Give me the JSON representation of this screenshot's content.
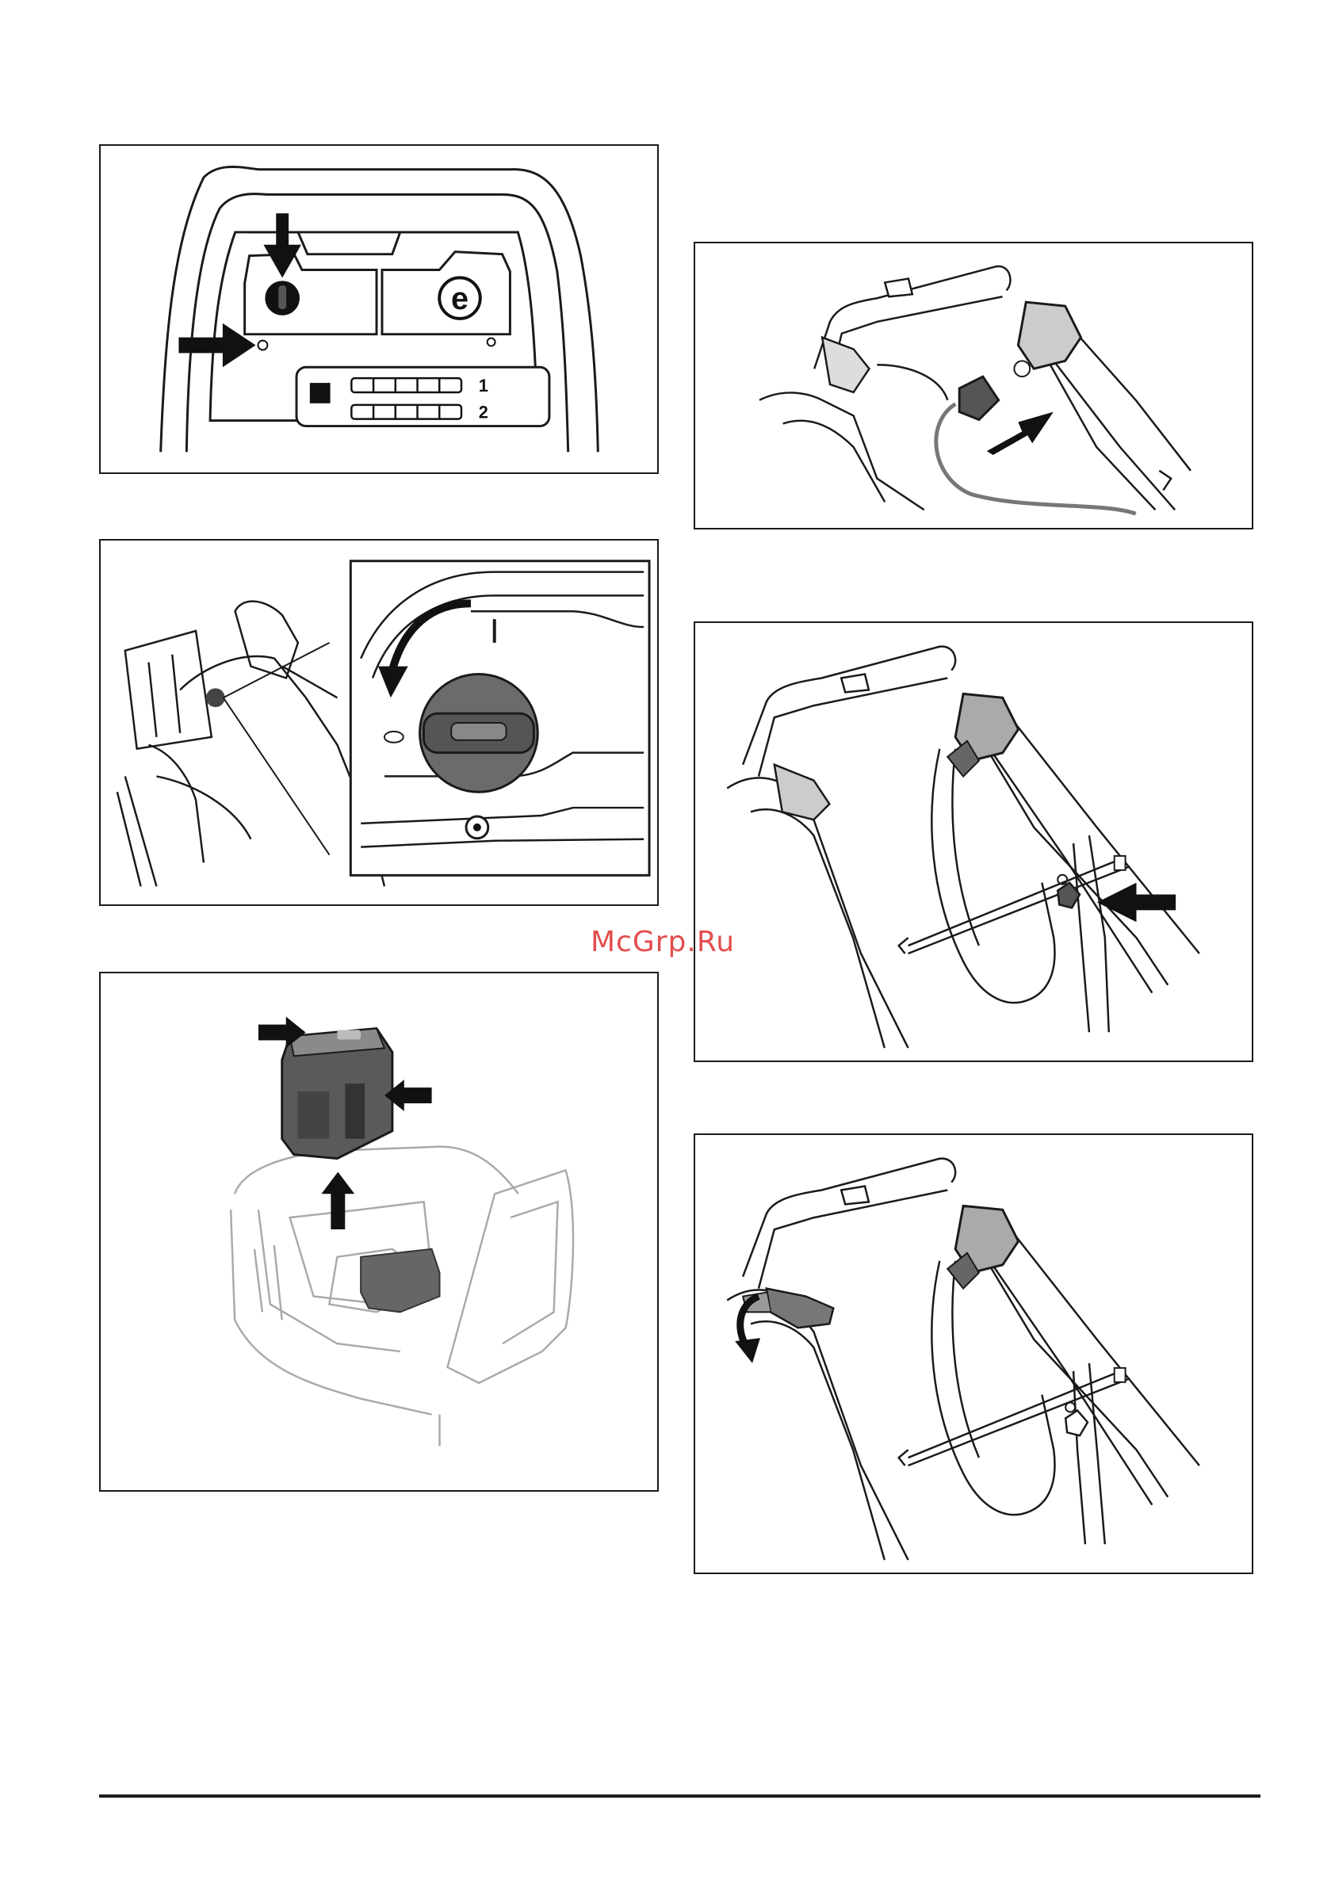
{
  "watermark": {
    "text": "McGrp.Ru",
    "color": "#e03a3a"
  },
  "figures": {
    "control_panel": {
      "indicator_labels": [
        "1",
        "2"
      ],
      "icons": [
        "key-switch-icon",
        "eco-mode-icon",
        "stop-button-icon",
        "battery-indicator-icon"
      ]
    },
    "handle_release": {
      "icons": [
        "rotating-knob-icon",
        "rotate-arrow-icon"
      ]
    },
    "battery_removal": {
      "icons": [
        "battery-icon",
        "release-arrow-icon",
        "lift-arrow-icon"
      ]
    },
    "charger_plug": {
      "icons": [
        "charger-plug-icon",
        "push-arrow-icon"
      ]
    },
    "cable_clip": {
      "icons": [
        "cable-clip-icon",
        "push-arrow-icon"
      ]
    },
    "handle_fold": {
      "icons": [
        "quick-release-lever-icon",
        "rotate-arrow-icon"
      ]
    }
  }
}
